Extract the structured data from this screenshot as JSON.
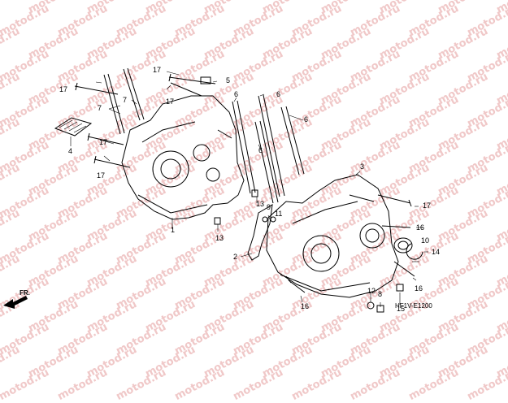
{
  "watermark": "motod.ru",
  "diagram_code": "HF1V-E1200",
  "front_marker": "FR.",
  "callouts": [
    "1",
    "2",
    "3",
    "4",
    "5",
    "6",
    "6",
    "6",
    "6",
    "7",
    "7",
    "8",
    "9",
    "10",
    "11",
    "12",
    "13",
    "13",
    "14",
    "15",
    "16",
    "16",
    "16",
    "17",
    "17",
    "17",
    "17",
    "17",
    "17"
  ]
}
